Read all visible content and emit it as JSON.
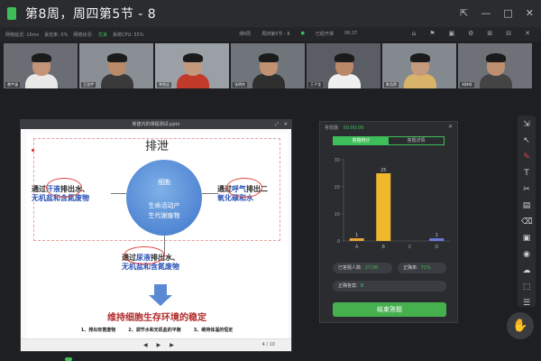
{
  "window": {
    "title": "第8周，周四第5节 - 8",
    "controls": [
      "⇱",
      "—",
      "□",
      "✕"
    ]
  },
  "statusbar": {
    "network_label": "网络延迟: 16ms",
    "loss_label": "丢包率: 0%",
    "quality_label": "网络状况: ",
    "quality_value": "优良",
    "cpu_label": "系统CPU: 55%",
    "room_label": "课8周",
    "lesson_label": "周四第5节 - 8",
    "rec_label": "已经开课",
    "rec_time": "06:37",
    "icons": [
      "⌂",
      "⚑",
      "▣",
      "⚙",
      "⊞",
      "⊟",
      "✕"
    ]
  },
  "videos": [
    {
      "name": "曾宇涵",
      "bg": "#6a6e74",
      "face": "#c59478",
      "shirt": "#e9e9e9"
    },
    {
      "name": "王浩宇",
      "bg": "#8a8f95",
      "face": "#b98a6a",
      "shirt": "#3a3a3a"
    },
    {
      "name": "李思远",
      "bg": "#9aa0a6",
      "face": "#c49a7c",
      "shirt": "#c23a2a"
    },
    {
      "name": "张明杰",
      "bg": "#70757c",
      "face": "#c29171",
      "shirt": "#2f2f2f"
    },
    {
      "name": "王子龙",
      "bg": "#5a5e64",
      "face": "#b88868",
      "shirt": "#f0f0f0"
    },
    {
      "name": "陈浩然",
      "bg": "#848990",
      "face": "#c69b7d",
      "shirt": "#d9b36a"
    },
    {
      "name": "刘梓轩",
      "bg": "#6e7278",
      "face": "#bd8f70",
      "shirt": "#444"
    }
  ],
  "slide": {
    "window_title": "新建内的课程测试.pptx",
    "heading": "排泄",
    "cell_title": "细胞",
    "cell_line1": "生命活动产",
    "cell_line2": "生代谢废物",
    "left_k": "通过",
    "left_b1": "汗液",
    "left_k2": "排出水、",
    "left_b2": "无机盐和含氮废物",
    "right_k": "通过",
    "right_b1": "呼气",
    "right_k2": "排出二",
    "right_b2": "氧化碳和水",
    "bottom_k": "通过",
    "bottom_b1": "尿液",
    "bottom_k2": "排出水、",
    "bottom_b2": "无机盐和含氮废物",
    "conclusion": "维持细胞生存环境的稳定",
    "points": [
      "1、排出有害废物",
      "2、调节水和无机盐的平衡",
      "3、维持体温的恒定"
    ],
    "nav_prev": "◀",
    "nav_play": "▶",
    "nav_next": "▶",
    "page": "4 / 10"
  },
  "quiz": {
    "header": "答题器",
    "timer": "00:00:09",
    "close": "✕",
    "tabs": [
      "答题统计",
      "答题详情"
    ],
    "answered_label": "已答题人数:",
    "answered_value": "27/38",
    "accuracy_label": "正确率:",
    "accuracy_value": "71%",
    "correct_label": "正确答案:",
    "correct_value": "B",
    "end_button": "结束答题"
  },
  "chart_data": {
    "type": "bar",
    "categories": [
      "A",
      "B",
      "C",
      "D"
    ],
    "values": [
      1,
      25,
      0,
      1
    ],
    "bar_labels": [
      "1",
      "25",
      "",
      "1"
    ],
    "ylim": [
      0,
      30
    ],
    "yticks": [
      0,
      10,
      20,
      30
    ],
    "colors": [
      "#e8a23a",
      "#f0b92c",
      "#3fbf5a",
      "#6a78d8"
    ]
  },
  "toolbar": {
    "tools": [
      "⇲",
      "↖",
      "✎",
      "T",
      "✂",
      "▤",
      "⌫",
      "▣",
      "◉",
      "☁",
      "⬚",
      "☰"
    ]
  },
  "hand_button": "✋"
}
